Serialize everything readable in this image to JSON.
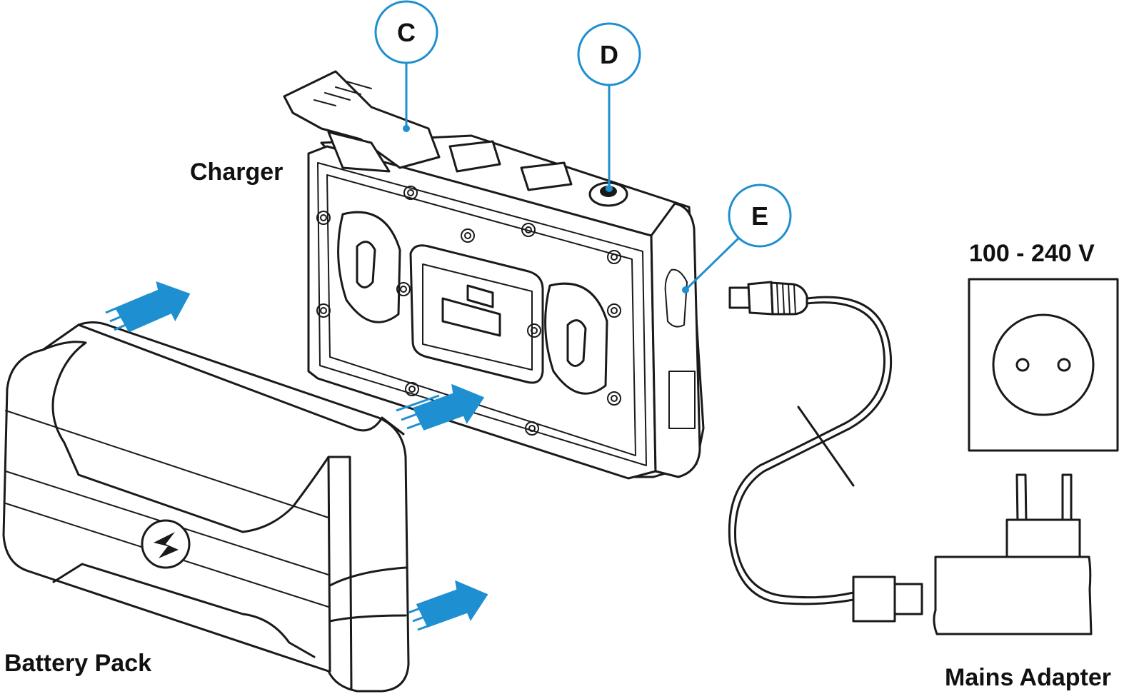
{
  "labels": {
    "charger": "Charger",
    "battery_pack": "Battery Pack",
    "voltage": "100 - 240 V",
    "mains_adapter": "Mains Adapter"
  },
  "callouts": {
    "c": "C",
    "d": "D",
    "e": "E"
  },
  "colors": {
    "accent": "#1e8fd0",
    "line": "#1a1a1a"
  }
}
